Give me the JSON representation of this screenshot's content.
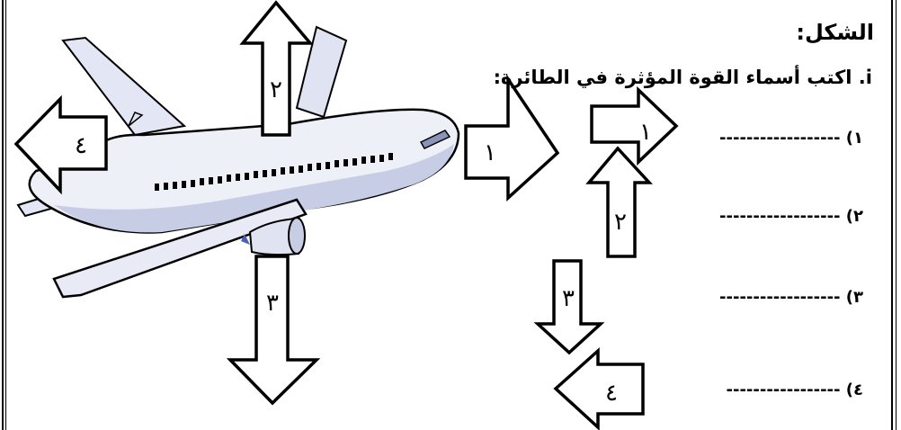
{
  "worksheet": {
    "heading": "الشكل:",
    "question": "i. اكتب أسماء القوة المؤثرة في الطائرة:",
    "answers": [
      "١) ------------------",
      "٢) ------------------",
      "٣) ------------------",
      "٤) -----------------"
    ]
  },
  "figure": {
    "arrow_labels_plane": [
      "١",
      "٢",
      "٣",
      "٤"
    ],
    "arrow_labels_key": [
      "١",
      "٢",
      "٣",
      "٤"
    ]
  },
  "colors": {
    "ink": "#000000",
    "plane_body": "#eef0f8",
    "plane_shade": "#c8cde6",
    "engine_blue": "#4a5fb8"
  }
}
